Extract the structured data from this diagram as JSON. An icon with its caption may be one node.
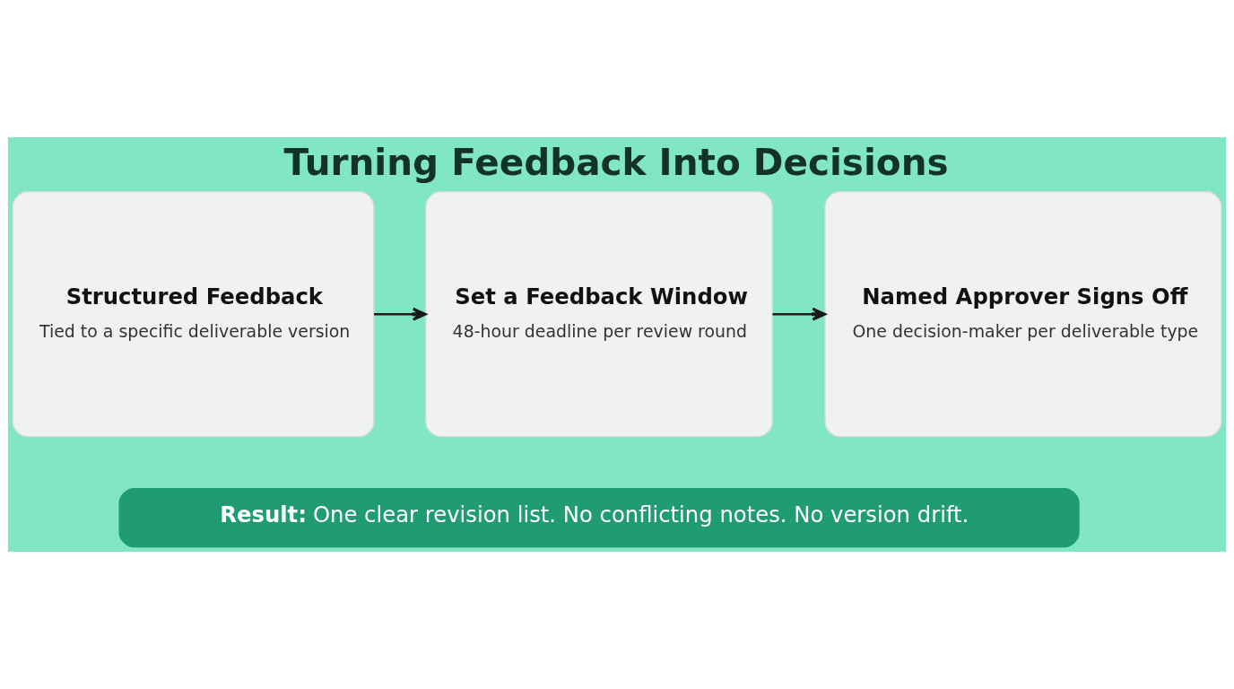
{
  "diagram": {
    "title": "Turning Feedback Into Decisions",
    "nodes": [
      {
        "text": [
          "Structured Feedback",
          "Tied to a specific deliverable version"
        ]
      },
      {
        "text": [
          "Set a Feedback Window",
          "48-hour deadline per review round"
        ]
      },
      {
        "text": [
          "Named Approver Signs Off",
          "One decision-maker per deliverable type"
        ]
      },
      {
        "text": [
          "**Result:** One clear revision list. No conflicting notes. No version drift."
        ]
      }
    ],
    "edges": [
      {
        "from": 0,
        "to": 1,
        "arrow": "to"
      },
      {
        "from": 1,
        "to": 2,
        "arrow": "to"
      }
    ]
  }
}
